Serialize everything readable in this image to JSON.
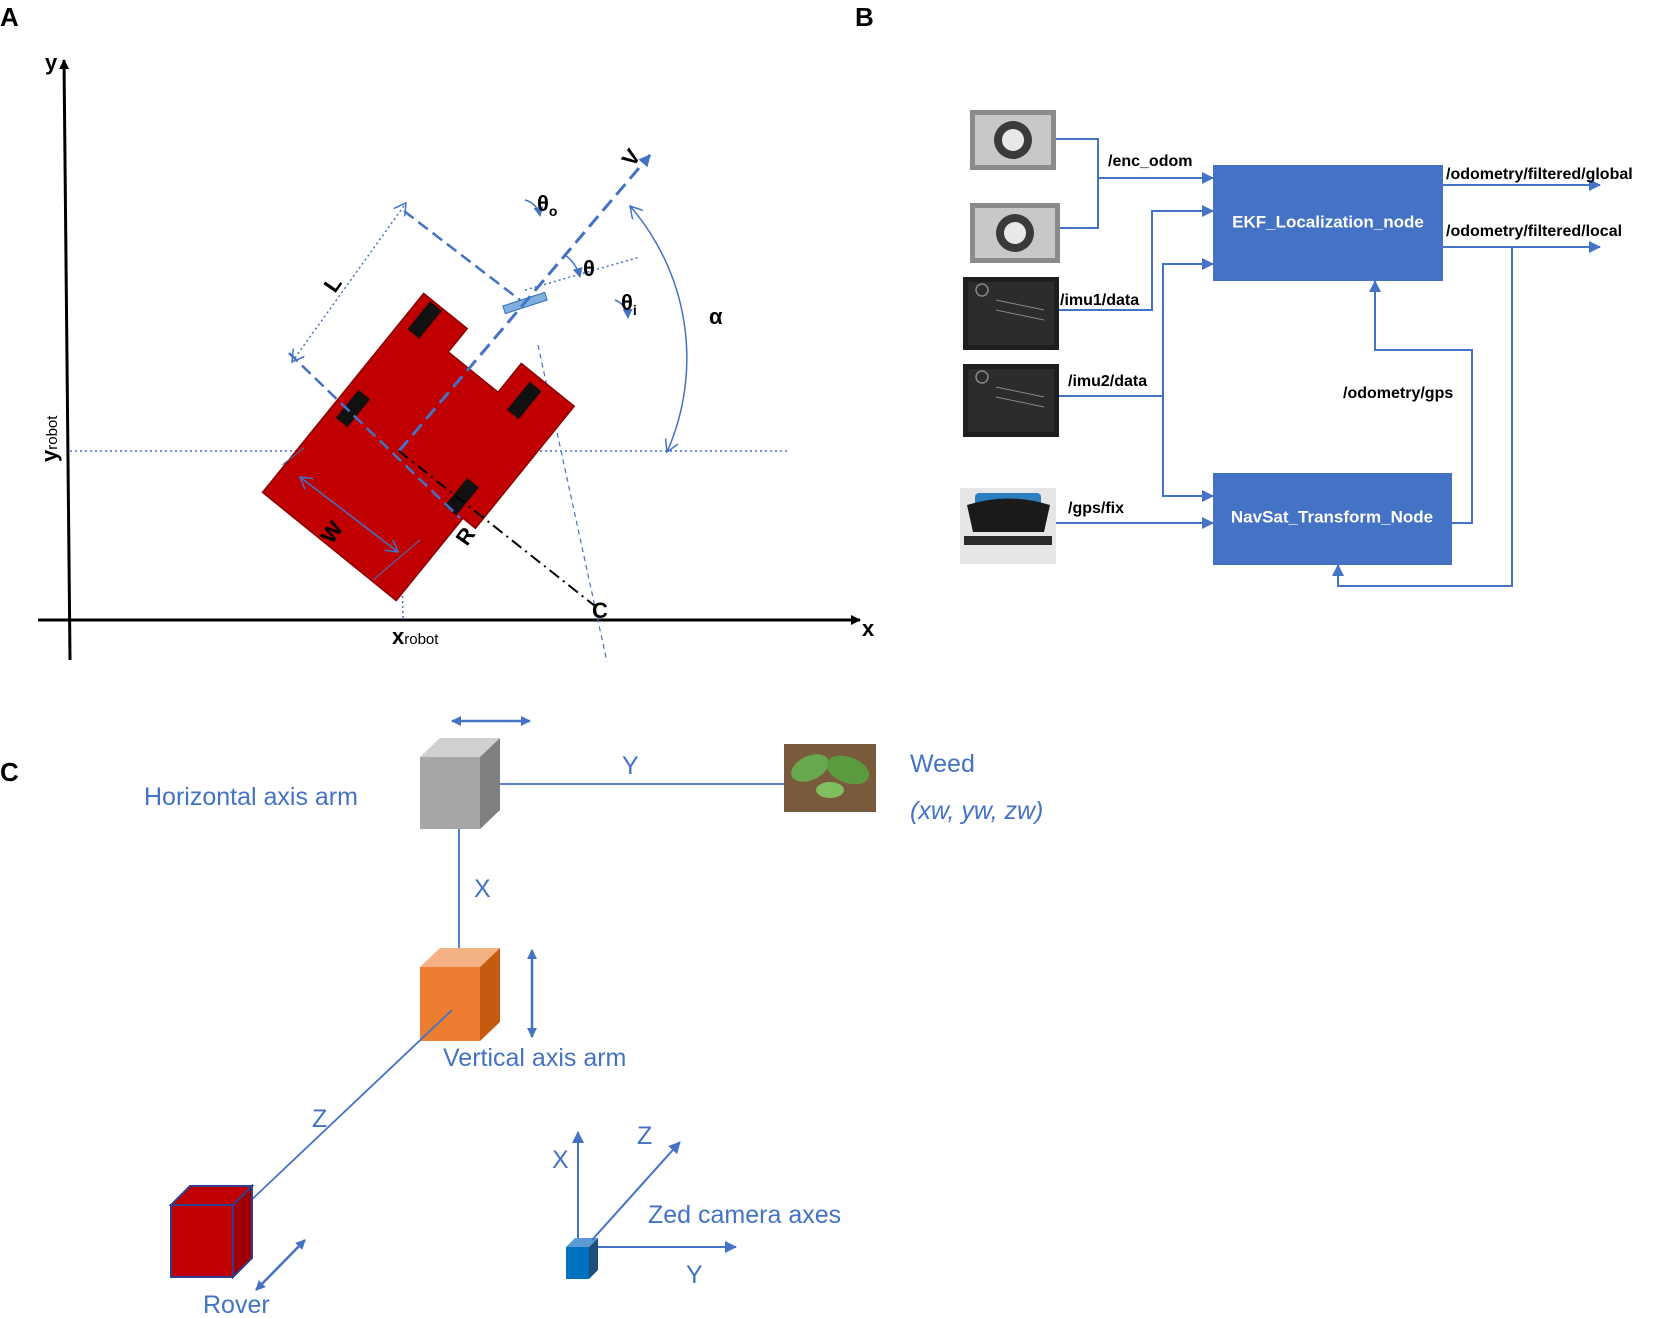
{
  "panels": {
    "a": {
      "label": "A",
      "y_axis": "y",
      "x_axis": "x",
      "y_robot_main": "y",
      "y_robot_sub": "robot",
      "x_robot_main": "x",
      "x_robot_sub": "robot",
      "L": "L",
      "W": "W",
      "V": "V",
      "R": "R",
      "C": "C",
      "alpha": "α",
      "theta": "θ",
      "theta_o_main": "θ",
      "theta_o_sub": "o",
      "theta_i_main": "θ",
      "theta_i_sub": "i"
    },
    "b": {
      "label": "B",
      "ekf_node": "EKF_Localization_node",
      "navsat_node": "NavSat_Transform_Node",
      "enc_odom": "/enc_odom",
      "imu1": "/imu1/data",
      "imu2": "/imu2/data",
      "gps_fix": "/gps/fix",
      "odom_gps": "/odometry/gps",
      "filtered_global": "/odometry/filtered/global",
      "filtered_local": "/odometry/filtered/local"
    },
    "c": {
      "label": "C",
      "horizontal_arm": "Horizontal axis arm",
      "vertical_arm": "Vertical axis arm",
      "weed": "Weed",
      "weed_coords": "(xw, yw, zw)",
      "rover": "Rover",
      "zed_axes": "Zed camera axes",
      "arm_y": "Y",
      "arm_x": "X",
      "arm_z": "Z",
      "cam_x": "X",
      "cam_y": "Y",
      "cam_z": "Z"
    }
  },
  "colors": {
    "robot_red": "#C00000",
    "node_blue": "#4472C4",
    "line_blue": "#4472C4",
    "arm_gray": "#A6A6A6",
    "arm_orange": "#ED7D31",
    "camera_blue": "#0070C0"
  }
}
